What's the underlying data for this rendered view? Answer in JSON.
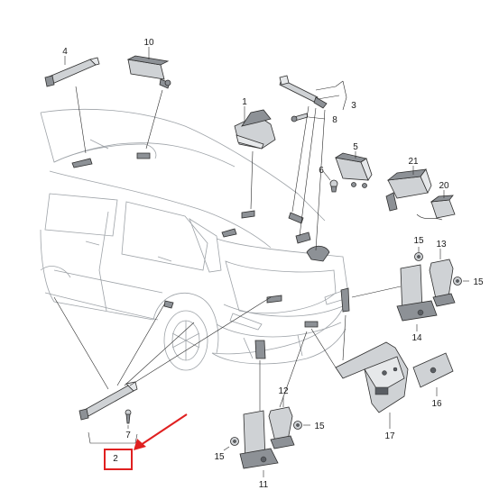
{
  "diagram": {
    "callouts": [
      {
        "id": "1",
        "label": "1"
      },
      {
        "id": "2",
        "label": "2"
      },
      {
        "id": "3",
        "label": "3"
      },
      {
        "id": "4",
        "label": "4"
      },
      {
        "id": "5",
        "label": "5"
      },
      {
        "id": "6",
        "label": "6"
      },
      {
        "id": "7",
        "label": "7"
      },
      {
        "id": "8",
        "label": "8"
      },
      {
        "id": "10",
        "label": "10"
      },
      {
        "id": "11",
        "label": "11"
      },
      {
        "id": "12",
        "label": "12"
      },
      {
        "id": "13",
        "label": "13"
      },
      {
        "id": "14",
        "label": "14"
      },
      {
        "id": "15a",
        "label": "15"
      },
      {
        "id": "15b",
        "label": "15"
      },
      {
        "id": "15c",
        "label": "15"
      },
      {
        "id": "15d",
        "label": "15"
      },
      {
        "id": "16",
        "label": "16"
      },
      {
        "id": "17",
        "label": "17"
      },
      {
        "id": "20",
        "label": "20"
      },
      {
        "id": "21",
        "label": "21"
      }
    ],
    "highlight": {
      "target": "2",
      "color": "#e02020"
    },
    "colors": {
      "line": "#2b2b2b",
      "car_outline": "#9ea3a8",
      "part_fill": "#cfd2d5"
    }
  }
}
